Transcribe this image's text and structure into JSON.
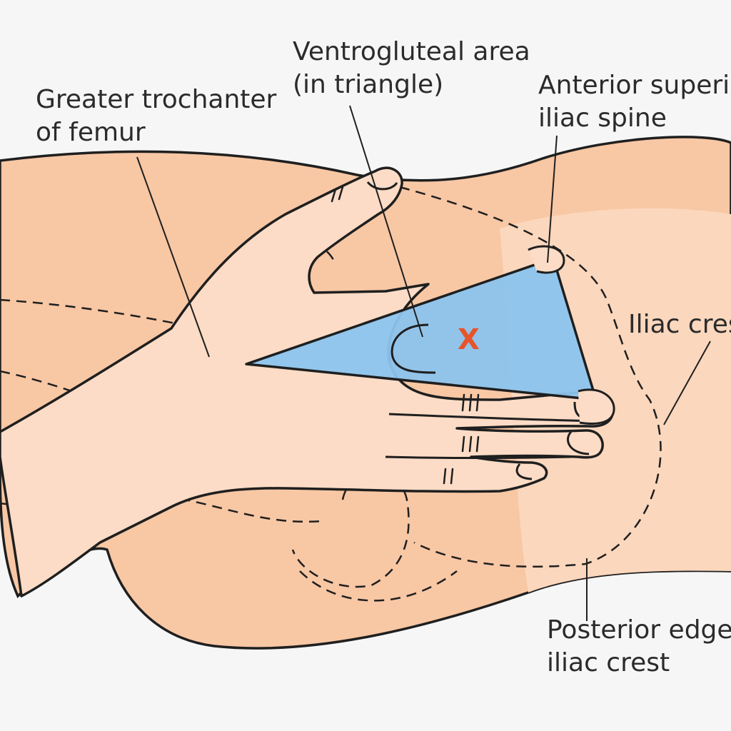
{
  "labels": {
    "ventrogluteal": [
      "Ventrogluteal area",
      "(in triangle)"
    ],
    "anterior_superior_iliac_spine": [
      "Anterior superior",
      "iliac spine"
    ],
    "greater_trochanter": [
      "Greater trochanter",
      "of femur"
    ],
    "iliac_crest": [
      "Iliac crest"
    ],
    "posterior_edge": [
      "Posterior edge of",
      "iliac crest"
    ]
  },
  "injection_site_mark": "X",
  "colors": {
    "background": "#f6f6f6",
    "skin": "#f8c7a4",
    "skin_light": "#fbd7bd",
    "hand": "#fcdcc6",
    "triangle_fill": "#8cc4ee",
    "outline": "#1f1f1f",
    "site_mark": "#e8542a"
  }
}
